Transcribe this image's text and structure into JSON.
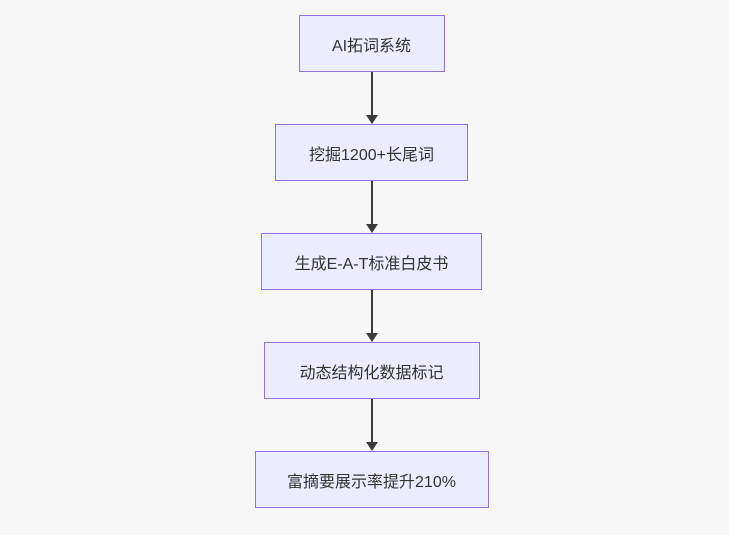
{
  "flowchart": {
    "type": "flowchart",
    "direction": "top-down",
    "colors": {
      "background": "#f7f7f7",
      "node_fill": "#ECECFF",
      "node_border": "#9370DB",
      "arrow": "#3b3b3b",
      "text": "#333333"
    },
    "nodes": [
      {
        "id": "n1",
        "label": "AI拓词系统"
      },
      {
        "id": "n2",
        "label": "挖掘1200+长尾词"
      },
      {
        "id": "n3",
        "label": "生成E-A-T标准白皮书"
      },
      {
        "id": "n4",
        "label": "动态结构化数据标记"
      },
      {
        "id": "n5",
        "label": "富摘要展示率提升210%"
      }
    ],
    "edges": [
      {
        "from": "n1",
        "to": "n2"
      },
      {
        "from": "n2",
        "to": "n3"
      },
      {
        "from": "n3",
        "to": "n4"
      },
      {
        "from": "n4",
        "to": "n5"
      }
    ]
  }
}
